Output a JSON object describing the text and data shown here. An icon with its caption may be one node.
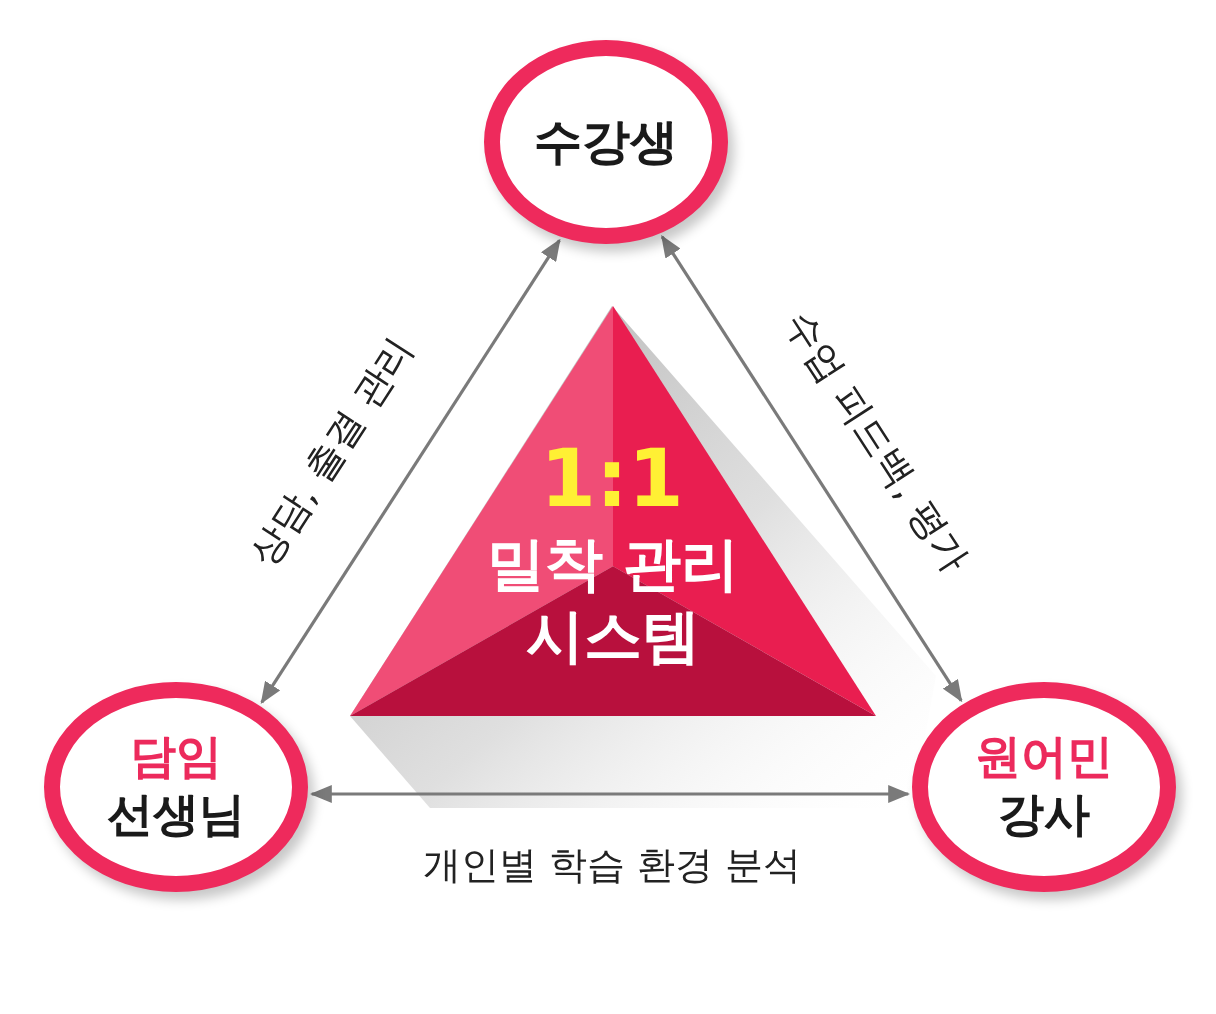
{
  "diagram": {
    "nodes": [
      {
        "text": [
          "수강생"
        ]
      },
      {
        "text": [
          "1:1",
          "밀착 관리 시스템"
        ]
      },
      {
        "text": [
          "담임",
          "선생님"
        ]
      },
      {
        "text": [
          "원어민",
          "강사"
        ]
      }
    ],
    "edges": [
      {
        "from": 0,
        "to": 2,
        "arrow": "both",
        "label": "상담, 출결 관리"
      },
      {
        "from": 0,
        "to": 3,
        "arrow": "both",
        "label": "수업 피드백, 평가"
      },
      {
        "from": 2,
        "to": 3,
        "arrow": "both",
        "label": "개인별 학습 환경 분석"
      }
    ]
  }
}
